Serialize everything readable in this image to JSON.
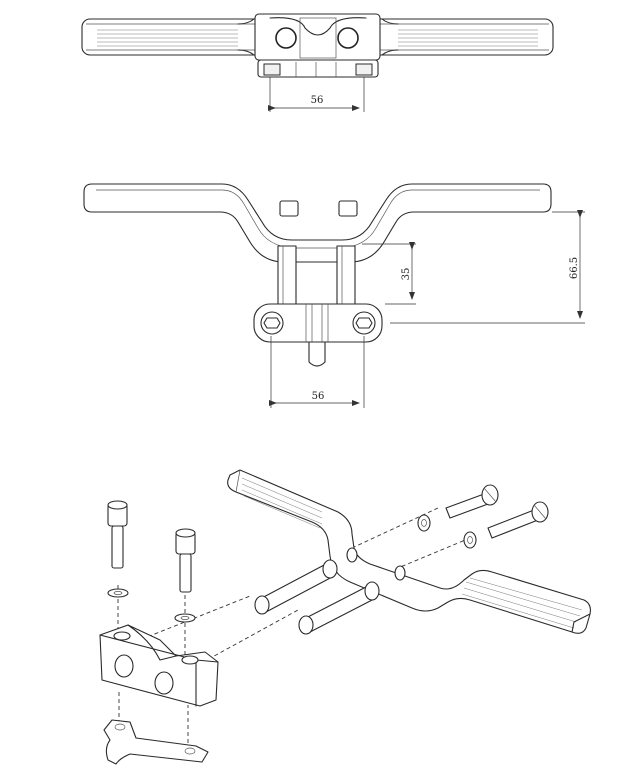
{
  "dimensions": {
    "top_view_spacing": "56",
    "front_view_height": "66.5",
    "front_view_riser": "35",
    "front_view_spacing": "56"
  },
  "colors": {
    "line": "#2b2b2b",
    "background": "#ffffff",
    "fill_shade": "#f1f1f1"
  }
}
